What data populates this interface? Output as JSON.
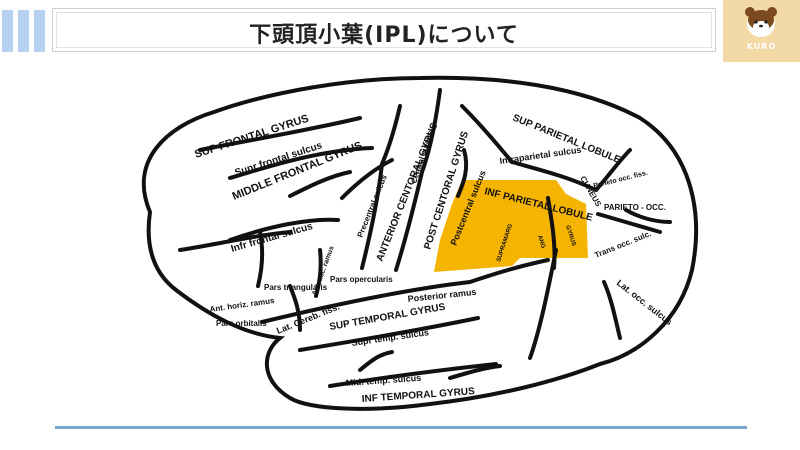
{
  "header": {
    "title": "下頭頂小葉(IPL)について",
    "logo_text": "KURO",
    "accent_color": "#b7d2f0"
  },
  "diagram": {
    "highlight_color": "#f5b400",
    "labels": {
      "sup_frontal_gyrus": "SUP FRONTAL GYRUS",
      "supr_frontal_sulcus": "Supr frontal sulcus",
      "middle_frontal_gyrus": "MIDDLE FRONTAL GYRUS",
      "infr_frontal_sulcus": "Infr frontal sulcus",
      "pars_triangularis": "Pars triangularis",
      "pars_opercularis": "Pars opercularis",
      "ant_asc_ramus": "Ant. asc. ramus",
      "ant_horiz_ramus": "Ant. horiz. ramus",
      "pars_orbitalis": "Pars orbitalis",
      "precentral_sulcus": "Precentral sulcus",
      "anterior_central_gyrus": "ANTERIOR CENTORAL GYRUS",
      "central_sulcus": "Central sulcus",
      "post_central_gyrus": "POST CENTORAL GYRUS",
      "postcentral_sulcus": "Postcentral sulcus",
      "sup_parietal_lobule": "SUP PARIETAL LOBULE",
      "intraparietal_sulcus": "Intraparietal sulcus",
      "inf_parietal_lobule": "INF PARIETAL LOBULE",
      "supramarg": "SUPRAMARG",
      "gyrus": "GYRUS",
      "ang": "ANG",
      "parieto_occ_fiss": "Parieto occ. fiss.",
      "parieto_occ": "PARIETO - OCC.",
      "cuneus": "CUNEUS",
      "trans_occ_sulc": "Trans occ. sulc.",
      "lat_occ_sulcus": "Lat. occ. sulcus",
      "lat_cereb_fiss": "Lat. Cereb. fiss.",
      "posterior_ramus": "Posterior ramus",
      "sup_temporal_gyrus": "SUP TEMPORAL GYRUS",
      "supr_temp_sulcus": "Supr temp. sulcus",
      "mid_temp_sulcus": "Mid. temp. sulcus",
      "inf_temporal_gyrus": "INF TEMPORAL GYRUS"
    }
  }
}
